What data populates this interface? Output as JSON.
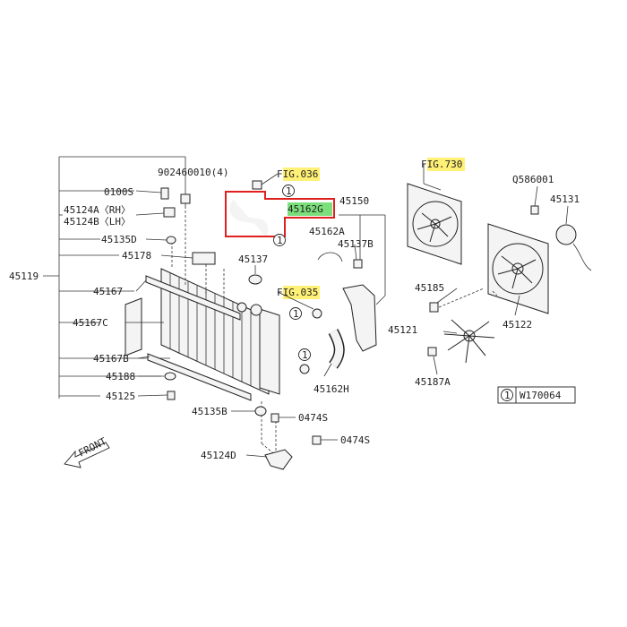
{
  "labels": {
    "p902460010": "902460010(4)",
    "p0100S": "0100S",
    "p45124A": "45124A〈RH〉",
    "p45124B": "45124B〈LH〉",
    "p45135D": "45135D",
    "p45178": "45178",
    "p45119": "45119",
    "p45167": "45167",
    "p45167C": "45167C",
    "p45167B": "45167B",
    "p45188": "45188",
    "p45125": "45125",
    "p45135B": "45135B",
    "p45124D": "45124D",
    "p0474S_a": "0474S",
    "p0474S_b": "0474S",
    "fig036": "FIG.036",
    "fig035": "FIG.035",
    "fig730": "FIG.730",
    "p45162G": "45162G",
    "p45150": "45150",
    "p45162A": "45162A",
    "p45137B": "45137B",
    "p45137": "45137",
    "p45162H": "45162H",
    "pQ586001": "Q586001",
    "p45131": "45131",
    "p45185": "45185",
    "p45122": "45122",
    "p45121": "45121",
    "p45187A": "45187A",
    "refcode": "W170064",
    "circle1": "1",
    "front": "FRONT"
  },
  "colors": {
    "highlight_yellow": "#fff176",
    "highlight_green": "#7be07b",
    "selection_red": "#e0201e",
    "line": "#333333"
  }
}
